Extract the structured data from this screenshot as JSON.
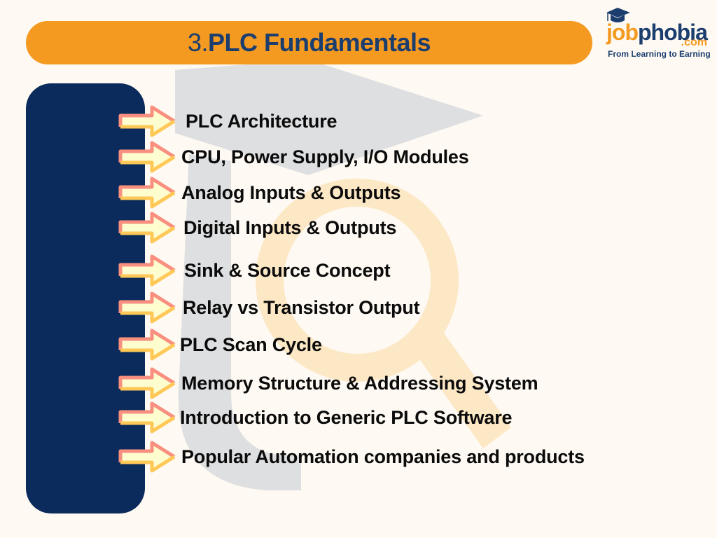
{
  "header": {
    "number": "3.",
    "title": "PLC Fundamentals"
  },
  "logo": {
    "word_part1": "job",
    "word_part2": "phobia",
    "domain": ".com",
    "tagline": "From Learning to Earning",
    "icon": "graduation-cap-icon"
  },
  "topics": [
    {
      "label": "PLC Architecture",
      "icon": "arrow-right-icon"
    },
    {
      "label": "CPU, Power Supply, I/O Modules",
      "icon": "arrow-right-icon"
    },
    {
      "label": "Analog Inputs & Outputs",
      "icon": "arrow-right-icon"
    },
    {
      "label": "Digital Inputs & Outputs",
      "icon": "arrow-right-icon"
    },
    {
      "label": "Sink & Source Concept",
      "icon": "arrow-right-icon"
    },
    {
      "label": "Relay vs Transistor Output",
      "icon": "arrow-right-icon"
    },
    {
      "label": "PLC Scan Cycle",
      "icon": "arrow-right-icon"
    },
    {
      "label": "Memory Structure & Addressing System",
      "icon": "arrow-right-icon"
    },
    {
      "label": "Introduction to Generic PLC Software",
      "icon": "arrow-right-icon"
    },
    {
      "label": "Popular Automation companies and products",
      "icon": "arrow-right-icon"
    }
  ],
  "colors": {
    "background": "#fef9f2",
    "title_bar": "#f59a21",
    "title_text": "#1b3e6f",
    "side_panel": "#0a2b5c",
    "arrow_fill": "#fdfdd0",
    "arrow_top_outline": "#f98f7f",
    "arrow_bottom_outline": "#ffc857",
    "watermark_gray": "#d8dbde",
    "watermark_orange": "#fde8c6"
  }
}
